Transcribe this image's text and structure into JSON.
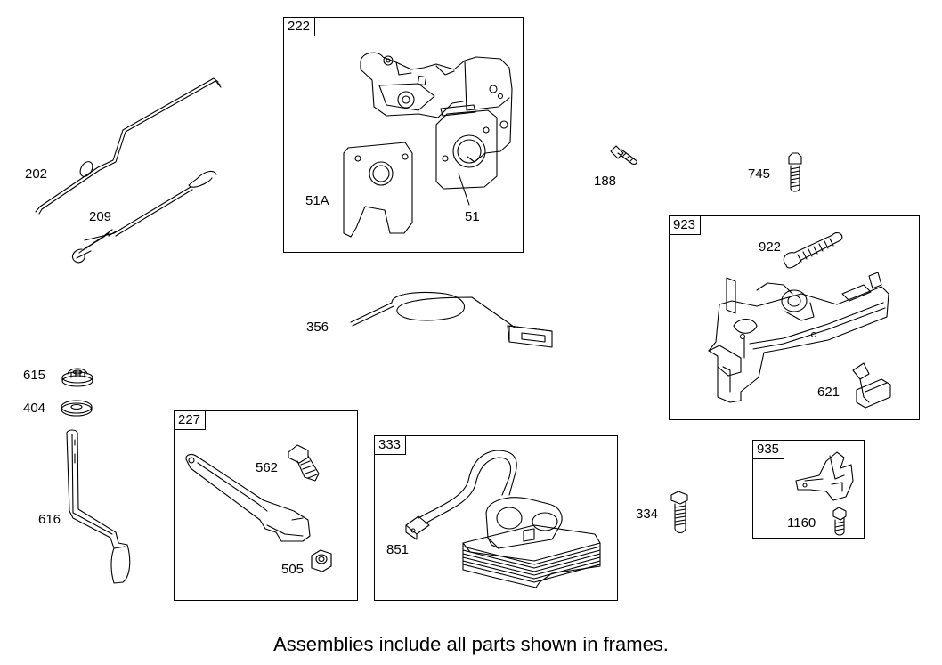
{
  "frames": {
    "f222": "222",
    "f923": "923",
    "f227": "227",
    "f333": "333",
    "f935": "935"
  },
  "labels": {
    "p202": "202",
    "p209": "209",
    "p51a": "51A",
    "p51": "51",
    "p188": "188",
    "p745": "745",
    "p922": "922",
    "p621": "621",
    "p356": "356",
    "p615": "615",
    "p404": "404",
    "p616": "616",
    "p562": "562",
    "p505": "505",
    "p851": "851",
    "p334": "334",
    "p1160": "1160"
  },
  "footer": "Assemblies include all parts shown in frames."
}
